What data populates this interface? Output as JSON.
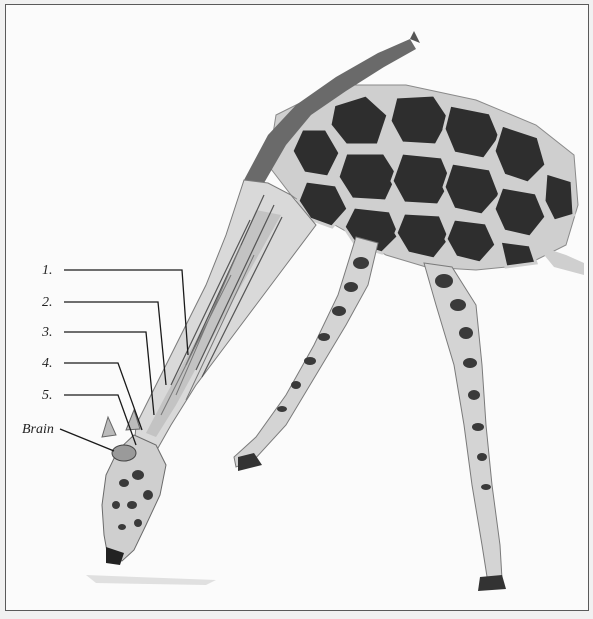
{
  "labels": {
    "l1": "1.",
    "l2": "2.",
    "l3": "3.",
    "l4": "4.",
    "l5": "5.",
    "brain": "Brain"
  },
  "colors": {
    "patch": "#2e2e2e",
    "net": "#cfcfcf",
    "leader": "#1a1a1a"
  }
}
